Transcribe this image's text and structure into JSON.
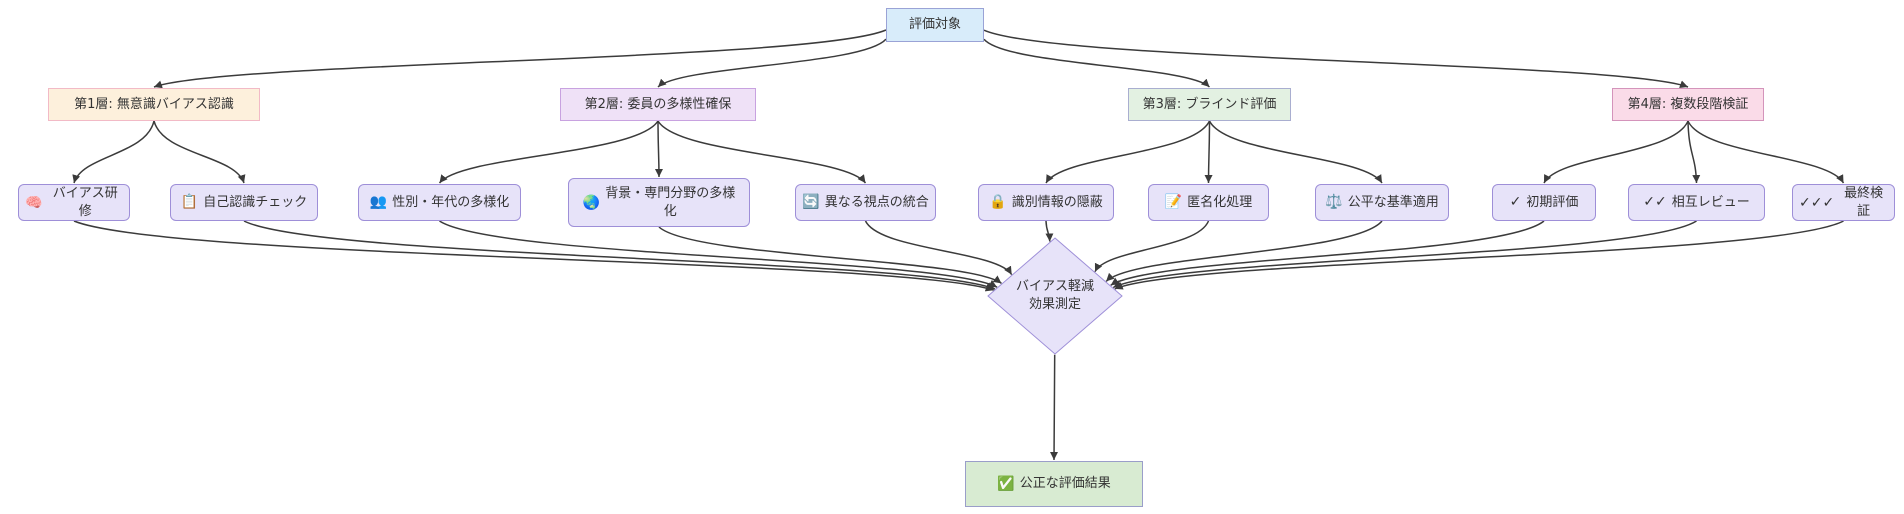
{
  "diagram": {
    "kind": "flowchart",
    "background": "#ffffff",
    "edge_color": "#3b3b3b"
  },
  "palettes": {
    "blue": {
      "fill": "#d8ecfa",
      "border": "#9aa3d6"
    },
    "orange": {
      "fill": "#fdf0dc",
      "border": "#f2bac6"
    },
    "violet": {
      "fill": "#efe1f7",
      "border": "#c8a2e0"
    },
    "green": {
      "fill": "#e3f1e2",
      "border": "#a9aed0"
    },
    "pink": {
      "fill": "#fadbe8",
      "border": "#d494bb"
    },
    "lavender": {
      "fill": "#e7e3f9",
      "border": "#9e8fd8"
    },
    "result": {
      "fill": "#d8ebd2",
      "border": "#9a9ec9"
    }
  },
  "nodes": [
    {
      "id": "root",
      "kind": "root",
      "palette": "blue",
      "label": "評価対象",
      "icon": null
    },
    {
      "id": "layer1",
      "kind": "layer",
      "palette": "orange",
      "label": "第1層: 無意識バイアス認識",
      "icon": null
    },
    {
      "id": "layer2",
      "kind": "layer",
      "palette": "violet",
      "label": "第2層: 委員の多様性確保",
      "icon": null
    },
    {
      "id": "layer3",
      "kind": "layer",
      "palette": "green",
      "label": "第3層: ブラインド評価",
      "icon": null
    },
    {
      "id": "layer4",
      "kind": "layer",
      "palette": "pink",
      "label": "第4層: 複数段階検証",
      "icon": null
    },
    {
      "id": "bias-training",
      "kind": "leaf",
      "palette": "lavender",
      "label": "バイアス研修",
      "icon": {
        "name": "brain-icon",
        "glyph": "🧠"
      }
    },
    {
      "id": "self-check",
      "kind": "leaf",
      "palette": "lavender",
      "label": "自己認識チェック",
      "icon": {
        "name": "clipboard-icon",
        "glyph": "📋"
      }
    },
    {
      "id": "gender-age",
      "kind": "leaf",
      "palette": "lavender",
      "label": "性別・年代の多様化",
      "icon": {
        "name": "busts-in-silhouette-icon",
        "glyph": "👥"
      }
    },
    {
      "id": "background",
      "kind": "leaf",
      "palette": "lavender",
      "label": "背景・専門分野の多様\n化",
      "icon": {
        "name": "globe-icon",
        "glyph": "🌏"
      }
    },
    {
      "id": "perspectives",
      "kind": "leaf",
      "palette": "lavender",
      "label": "異なる視点の統合",
      "icon": {
        "name": "arrows-cycle-icon",
        "glyph": "🔄"
      }
    },
    {
      "id": "info-hiding",
      "kind": "leaf",
      "palette": "lavender",
      "label": "識別情報の隠蔽",
      "icon": {
        "name": "lock-icon",
        "glyph": "🔒"
      }
    },
    {
      "id": "anonymize",
      "kind": "leaf",
      "palette": "lavender",
      "label": "匿名化処理",
      "icon": {
        "name": "memo-pencil-icon",
        "glyph": "📝"
      }
    },
    {
      "id": "fair-criteria",
      "kind": "leaf",
      "palette": "lavender",
      "label": "公平な基準適用",
      "icon": {
        "name": "balance-scale-icon",
        "glyph": "⚖️"
      }
    },
    {
      "id": "initial-eval",
      "kind": "leaf",
      "palette": "lavender",
      "label": "初期評価",
      "icon": {
        "name": "single-check-icon",
        "glyph": "✓"
      }
    },
    {
      "id": "mutual-review",
      "kind": "leaf",
      "palette": "lavender",
      "label": "相互レビュー",
      "icon": {
        "name": "double-check-icon",
        "glyph": "✓✓"
      }
    },
    {
      "id": "final-verify",
      "kind": "leaf",
      "palette": "lavender",
      "label": "最終検証",
      "icon": {
        "name": "triple-check-icon",
        "glyph": "✓✓✓"
      }
    },
    {
      "id": "measure",
      "kind": "diamond",
      "palette": "lavender",
      "label": "バイアス軽減\n効果測定",
      "icon": null
    },
    {
      "id": "result",
      "kind": "result",
      "palette": "result",
      "label": "公正な評価結果",
      "icon": {
        "name": "check-mark-button-icon",
        "glyph": "✅"
      }
    }
  ],
  "edges": [
    {
      "from": "root",
      "to": "layer1"
    },
    {
      "from": "root",
      "to": "layer2"
    },
    {
      "from": "root",
      "to": "layer3"
    },
    {
      "from": "root",
      "to": "layer4"
    },
    {
      "from": "layer1",
      "to": "bias-training"
    },
    {
      "from": "layer1",
      "to": "self-check"
    },
    {
      "from": "layer2",
      "to": "gender-age"
    },
    {
      "from": "layer2",
      "to": "background"
    },
    {
      "from": "layer2",
      "to": "perspectives"
    },
    {
      "from": "layer3",
      "to": "info-hiding"
    },
    {
      "from": "layer3",
      "to": "anonymize"
    },
    {
      "from": "layer3",
      "to": "fair-criteria"
    },
    {
      "from": "layer4",
      "to": "initial-eval"
    },
    {
      "from": "layer4",
      "to": "mutual-review"
    },
    {
      "from": "layer4",
      "to": "final-verify"
    },
    {
      "from": "bias-training",
      "to": "measure"
    },
    {
      "from": "self-check",
      "to": "measure"
    },
    {
      "from": "gender-age",
      "to": "measure"
    },
    {
      "from": "background",
      "to": "measure"
    },
    {
      "from": "perspectives",
      "to": "measure"
    },
    {
      "from": "info-hiding",
      "to": "measure"
    },
    {
      "from": "anonymize",
      "to": "measure"
    },
    {
      "from": "fair-criteria",
      "to": "measure"
    },
    {
      "from": "initial-eval",
      "to": "measure"
    },
    {
      "from": "mutual-review",
      "to": "measure"
    },
    {
      "from": "final-verify",
      "to": "measure"
    },
    {
      "from": "measure",
      "to": "result"
    }
  ]
}
